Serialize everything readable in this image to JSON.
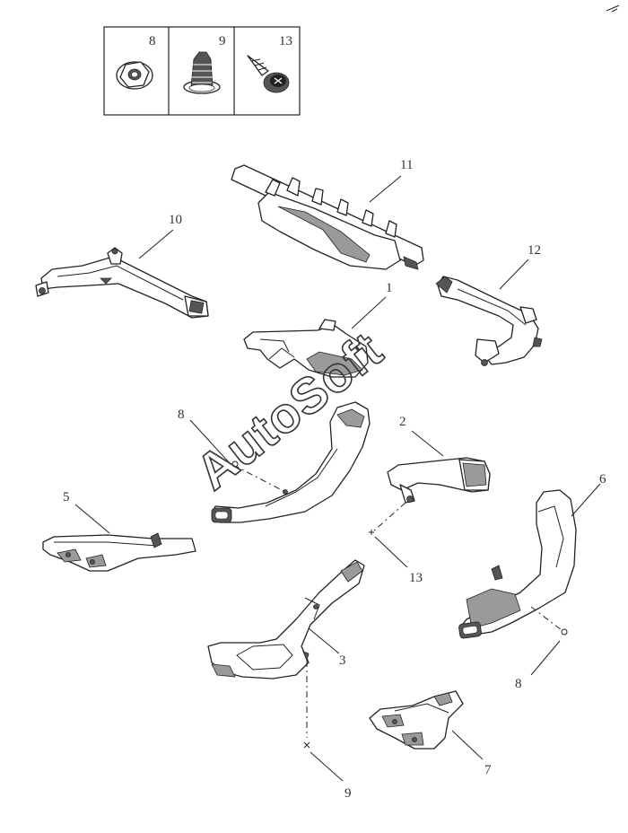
{
  "legend": {
    "cells": [
      {
        "number": "8",
        "icon": "flange-nut-icon"
      },
      {
        "number": "9",
        "icon": "push-clip-icon"
      },
      {
        "number": "13",
        "icon": "screw-icon"
      }
    ]
  },
  "callouts": {
    "c1": "1",
    "c2": "2",
    "c3": "3",
    "c5": "5",
    "c6": "6",
    "c7": "7",
    "c8a": "8",
    "c8b": "8",
    "c9": "9",
    "c10": "10",
    "c11": "11",
    "c12": "12",
    "c13": "13"
  },
  "watermark": "AutoSoft"
}
